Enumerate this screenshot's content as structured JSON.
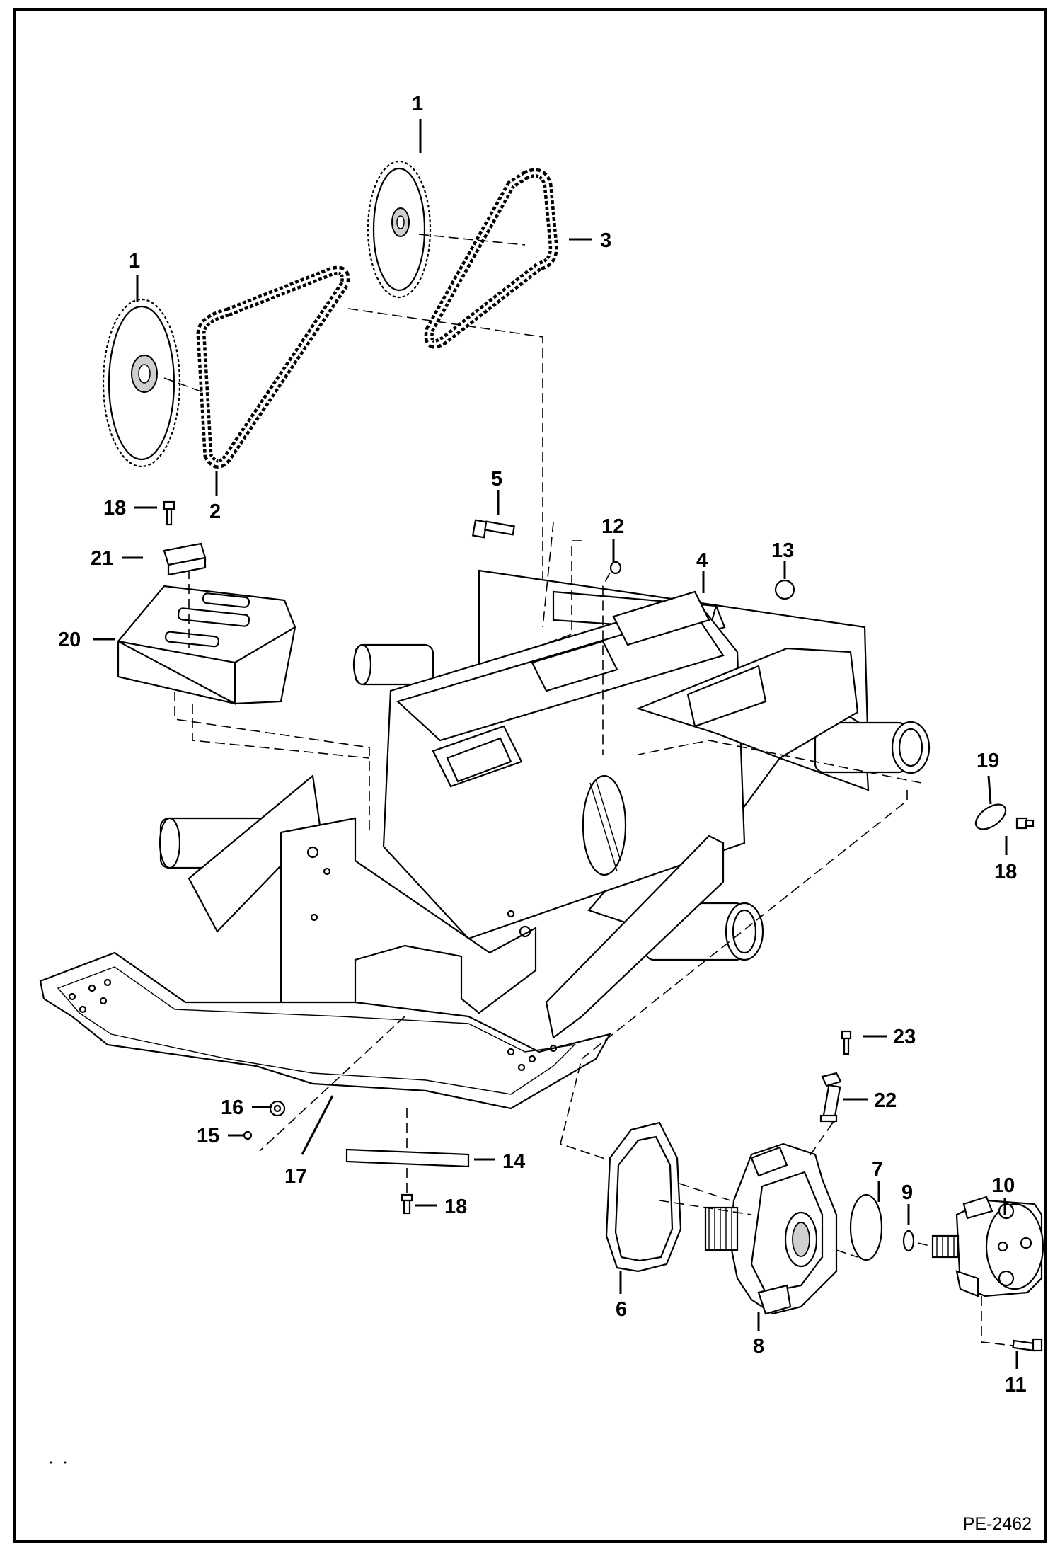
{
  "diagram": {
    "callouts": {
      "c1a": "1",
      "c1b": "1",
      "c2": "2",
      "c3": "3",
      "c4": "4",
      "c5": "5",
      "c6": "6",
      "c7": "7",
      "c8": "8",
      "c9": "9",
      "c10": "10",
      "c11": "11",
      "c12": "12",
      "c13": "13",
      "c14": "14",
      "c15": "15",
      "c16": "16",
      "c17": "17",
      "c18a": "18",
      "c18b": "18",
      "c18c": "18",
      "c19": "19",
      "c20": "20",
      "c21": "21",
      "c22": "22",
      "c23": "23"
    },
    "reference": "PE-2462",
    "colors": {
      "line": "#000000",
      "paper": "#ffffff",
      "shade": "#cfcfcf"
    }
  }
}
